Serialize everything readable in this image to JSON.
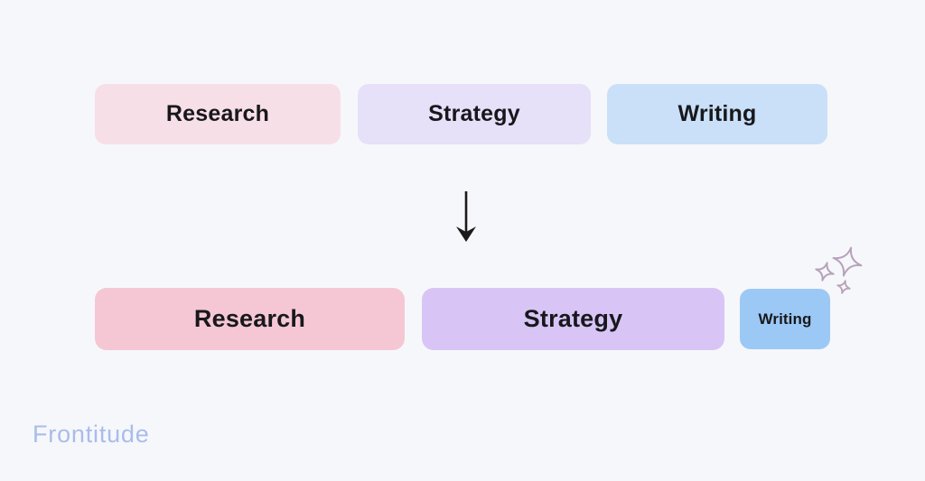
{
  "canvas": {
    "background_color": "#f6f7fb"
  },
  "diagram": {
    "before_row": {
      "items": [
        {
          "label": "Research",
          "color": "#f7dfe7"
        },
        {
          "label": "Strategy",
          "color": "#e7e0f9"
        },
        {
          "label": "Writing",
          "color": "#c9e0f8"
        }
      ]
    },
    "arrow": {
      "icon": "down-arrow-icon",
      "color": "#1a1a1a"
    },
    "after_row": {
      "items": [
        {
          "label": "Research",
          "color": "#f5c7d4"
        },
        {
          "label": "Strategy",
          "color": "#d8c5f6"
        },
        {
          "label": "Writing",
          "color": "#9cc8f5"
        }
      ]
    },
    "decor": {
      "icon": "sparkles-icon",
      "color": "#b7a2ba"
    }
  },
  "branding": {
    "logo_text": "Frontitude",
    "color": "#a9bde9"
  }
}
